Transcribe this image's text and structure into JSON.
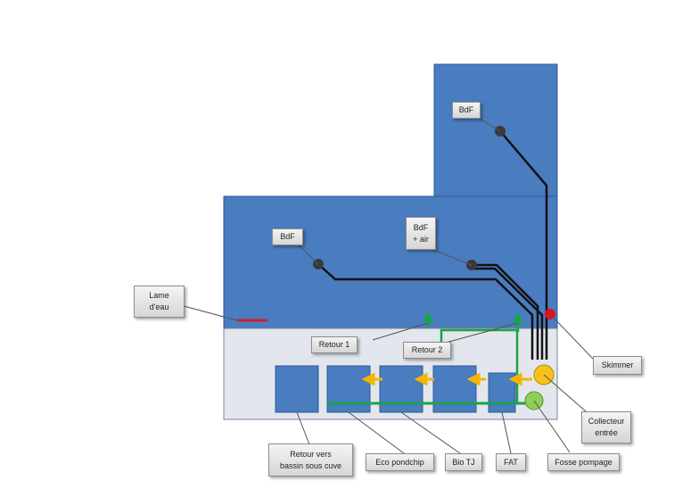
{
  "colors": {
    "pool_blue": "#4a7cc0",
    "pool_border": "#2f5a96",
    "sump_bg": "#e3e6ed",
    "pipe": "#111111",
    "green_flow": "#1aa44a",
    "yellow_flow": "#f5b400",
    "skimmer_red": "#e0101c",
    "collector_yellow": "#f7c31a",
    "pump_green": "#8ecf5a",
    "water_blade_red": "#d21c2a"
  },
  "labels": {
    "bdf_top": "BdF",
    "bdf_left": "BdF",
    "bdf_air": "BdF\n+ air",
    "lame_eau": "Lame\nd'eau",
    "retour1": "Retour 1",
    "retour2": "Retour 2",
    "skimmer": "Skimmer",
    "collecteur": "Collecteur\nentrée",
    "retour_bassin": "Retour vers\nbassin sous cuve",
    "eco_pondchip": "Eco pondchip",
    "bio_tj": "Bio TJ",
    "fat": "FAT",
    "fosse": "Fosse pompage"
  }
}
